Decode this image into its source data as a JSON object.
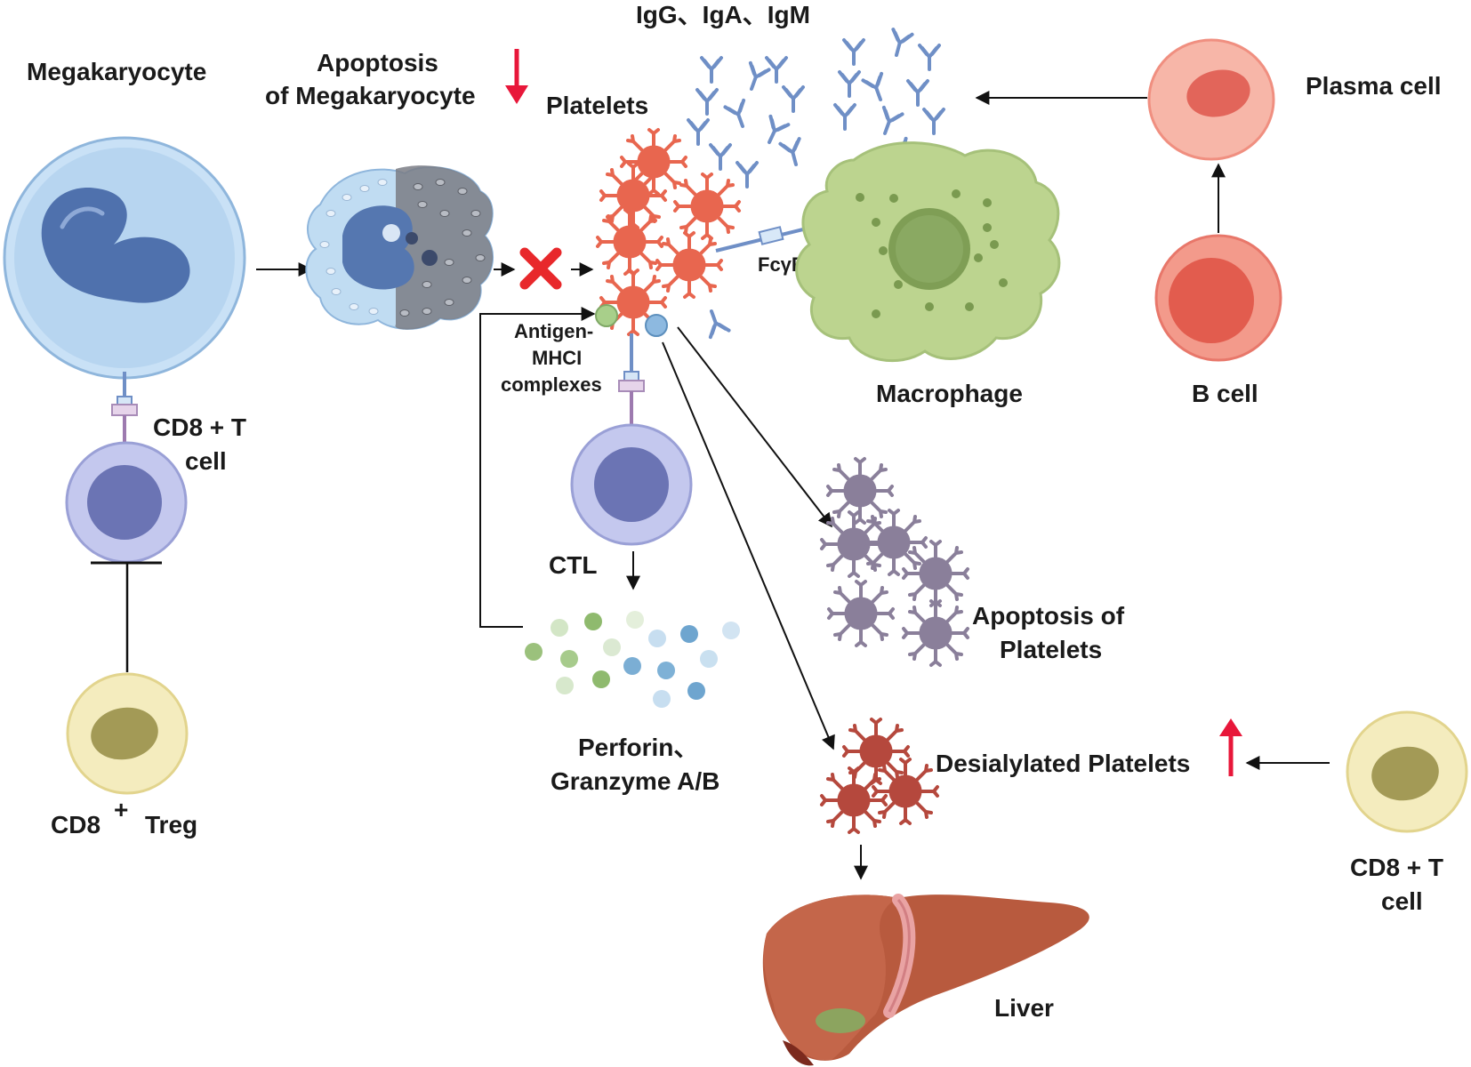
{
  "labels": {
    "megakaryocyte": "Megakaryocyte",
    "apoptosis_mk_line1": "Apoptosis",
    "apoptosis_mk_line2": "of Megakaryocyte",
    "antibodies": "IgG、IgA、IgM",
    "platelets": "Platelets",
    "plasma_cell": "Plasma cell",
    "fcgr": "FcγR",
    "macrophage": "Macrophage",
    "b_cell": "B cell",
    "antigen_line1": "Antigen-",
    "antigen_line2": "MHCI",
    "antigen_line3": "complexes",
    "cd8_t_left_line1": "CD8 +  T",
    "cd8_t_left_line2": "cell",
    "ctl": "CTL",
    "apoptosis_plt_line1": "Apoptosis of",
    "apoptosis_plt_line2": "Platelets",
    "desialylated": "Desialylated Platelets",
    "perforin_line1": "Perforin、",
    "perforin_line2": "Granzyme A/B",
    "cd8_treg_prefix": "CD8",
    "cd8_treg_sup": "+",
    "cd8_treg_suffix": "Treg",
    "cd8_t_right_line1": "CD8 +  T",
    "cd8_t_right_line2": "cell",
    "liver": "Liver"
  },
  "colors": {
    "megakaryocyte": "#b9d8f3",
    "nucleus_blue": "#5a7fb8",
    "platelet": "#e8664f",
    "apoptotic_platelet": "#8a7f9a",
    "desialylated_platelet": "#b5483d",
    "macrophage": "#b8d18a",
    "plasma_cell": "#f6b3a6",
    "b_cell": "#f29080",
    "t_cell": "#b7bde8",
    "treg": "#f2e9b6",
    "antibody": "#6f8fc6",
    "liver": "#b85a3e",
    "up_down_arrow": "#e8173a",
    "block_x": "#e8282b"
  }
}
